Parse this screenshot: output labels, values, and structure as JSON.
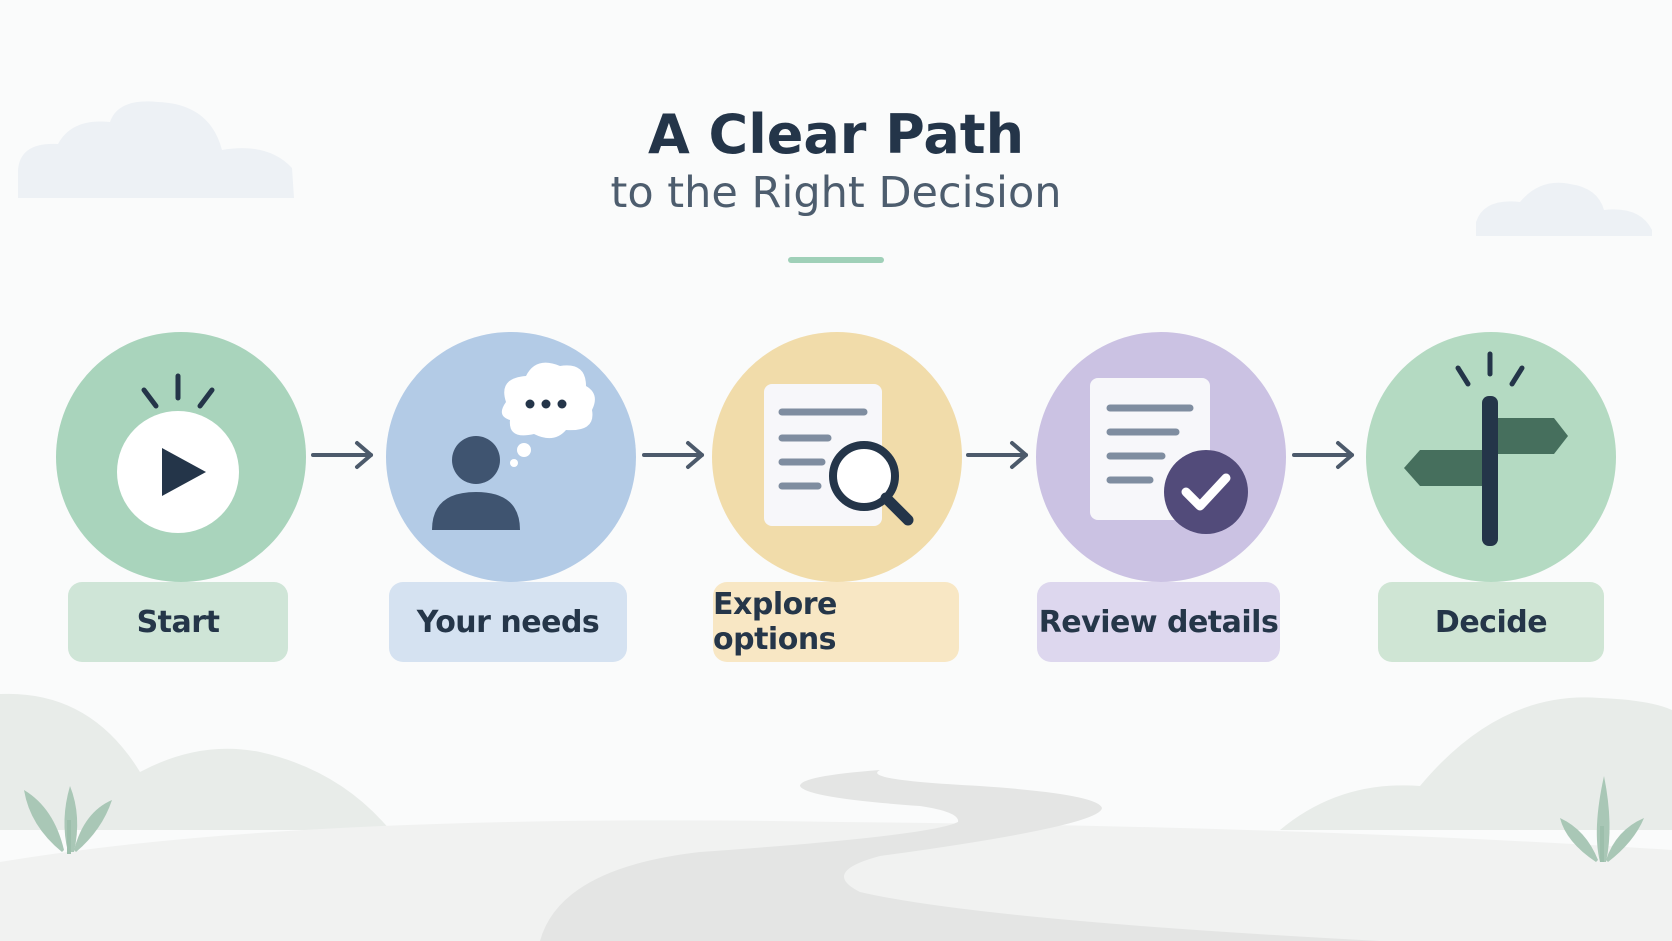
{
  "header": {
    "title": "A Clear Path",
    "subtitle": "to the Right Decision"
  },
  "colors": {
    "accent_rule": "#9fd0b8",
    "ink": "#243549",
    "step_start": "#a9d4bc",
    "step_needs": "#b3cbe6",
    "step_explore": "#f1dcaa",
    "step_review": "#cbc2e3",
    "step_decide": "#b4dac2"
  },
  "steps": [
    {
      "label": "Start",
      "icon": "play-icon"
    },
    {
      "label": "Your needs",
      "icon": "person-thinking-icon"
    },
    {
      "label": "Explore options",
      "icon": "document-search-icon"
    },
    {
      "label": "Review details",
      "icon": "document-check-icon"
    },
    {
      "label": "Decide",
      "icon": "signpost-icon"
    }
  ]
}
